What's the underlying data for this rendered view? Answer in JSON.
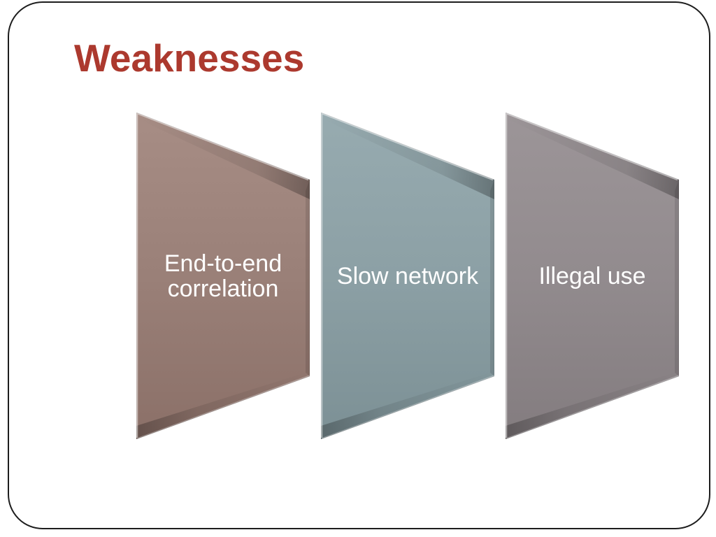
{
  "slide": {
    "title": "Weaknesses",
    "title_color": "#AC392E",
    "background_color": "#FFFFFF",
    "frame_border_color": "#1D1D1D",
    "label_text_color": "#FFFFFF",
    "panels": [
      {
        "label": "End-to-end\ncorrelation",
        "color": "#9A8078"
      },
      {
        "label": "Slow network",
        "color": "#8CA0A5"
      },
      {
        "label": "Illegal use",
        "color": "#928B8E"
      }
    ]
  }
}
